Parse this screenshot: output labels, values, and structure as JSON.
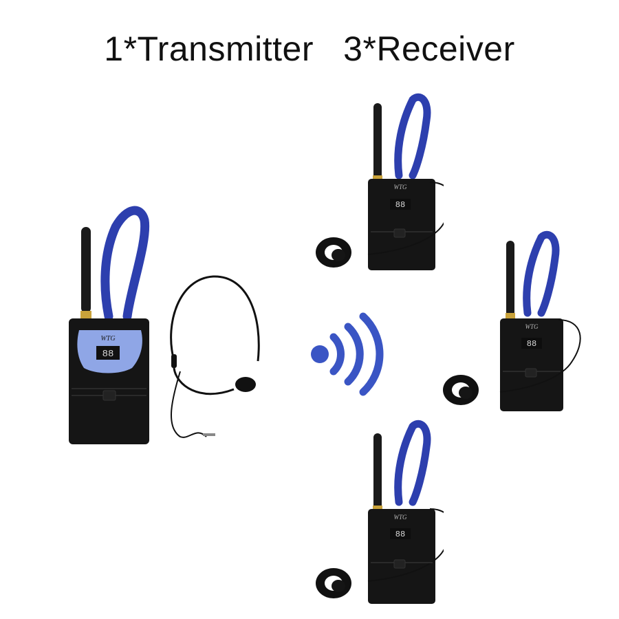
{
  "headline": {
    "transmitter_label": "1*Transmitter",
    "receiver_label": "3*Receiver"
  },
  "devices": {
    "transmitter": {
      "brand": "WTG",
      "display": "88"
    },
    "receivers": [
      {
        "brand": "WTG",
        "display": "88"
      },
      {
        "brand": "WTG",
        "display": "88"
      },
      {
        "brand": "WTG",
        "display": "88"
      }
    ]
  },
  "colors": {
    "signal": "#3a55c4",
    "lanyard": "#2d3fae",
    "device_body": "#151515",
    "transmitter_panel": "#8fa6e6",
    "display_digits": "#d9d9d9"
  },
  "icons": [
    "wireless-signal-icon",
    "headset-microphone-icon",
    "earpiece-icon",
    "antenna-icon",
    "lanyard-icon"
  ]
}
